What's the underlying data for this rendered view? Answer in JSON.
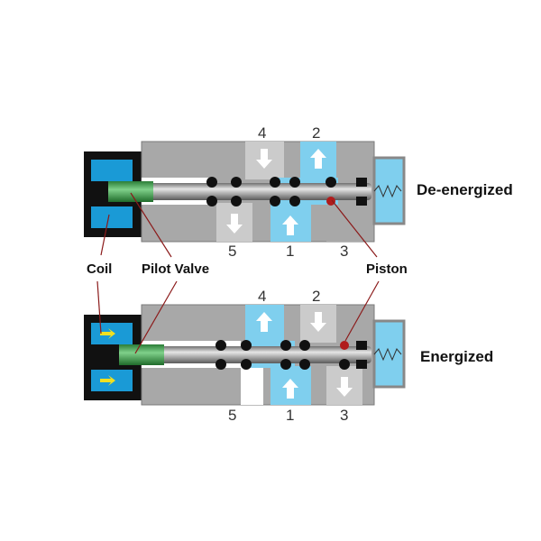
{
  "states": {
    "top": "De-energized",
    "bottom": "Energized"
  },
  "ports": [
    "4",
    "2",
    "5",
    "1",
    "3"
  ],
  "labels": {
    "coil": "Coil",
    "pilot_valve": "Pilot Valve",
    "piston": "Piston"
  },
  "colors": {
    "body": "#a8a8a8",
    "port_idle": "#cbcbcb",
    "air": "#7fcfee",
    "coil": "#111111",
    "coil_window": "#1a9ad6",
    "pilot": "#2f9a43",
    "pointer": "#8b1a1a"
  }
}
